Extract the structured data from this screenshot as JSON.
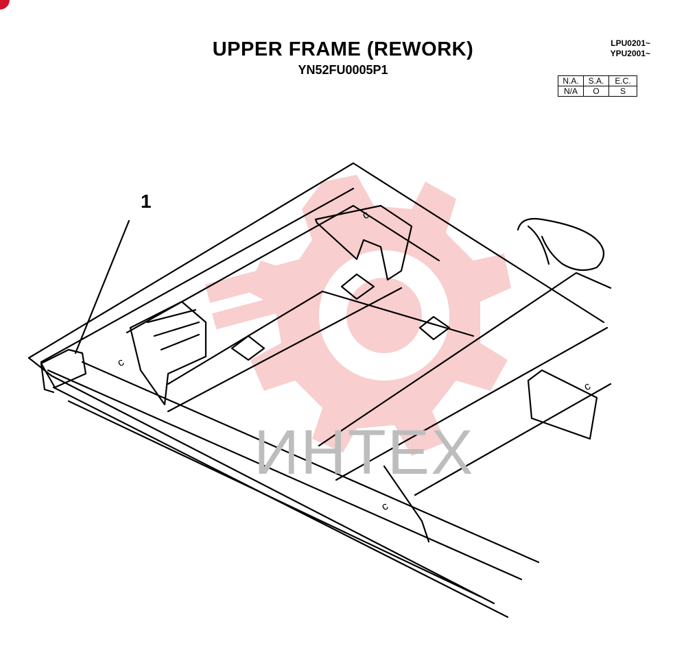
{
  "diagram": {
    "title": "UPPER FRAME (REWORK)",
    "part_number": "YN52FU0005P1",
    "serial_ranges": [
      "LPU0201~",
      "YPU2001~"
    ],
    "code_table": {
      "headers": [
        "N.A.",
        "S.A.",
        "E.C."
      ],
      "values": [
        "N/A",
        "O",
        "S"
      ]
    },
    "callout": "1",
    "watermark": "ИНТЕХ",
    "colors": {
      "line": "#000000",
      "watermark": "#f7c6c6",
      "corner_mark": "#d0122b"
    }
  }
}
